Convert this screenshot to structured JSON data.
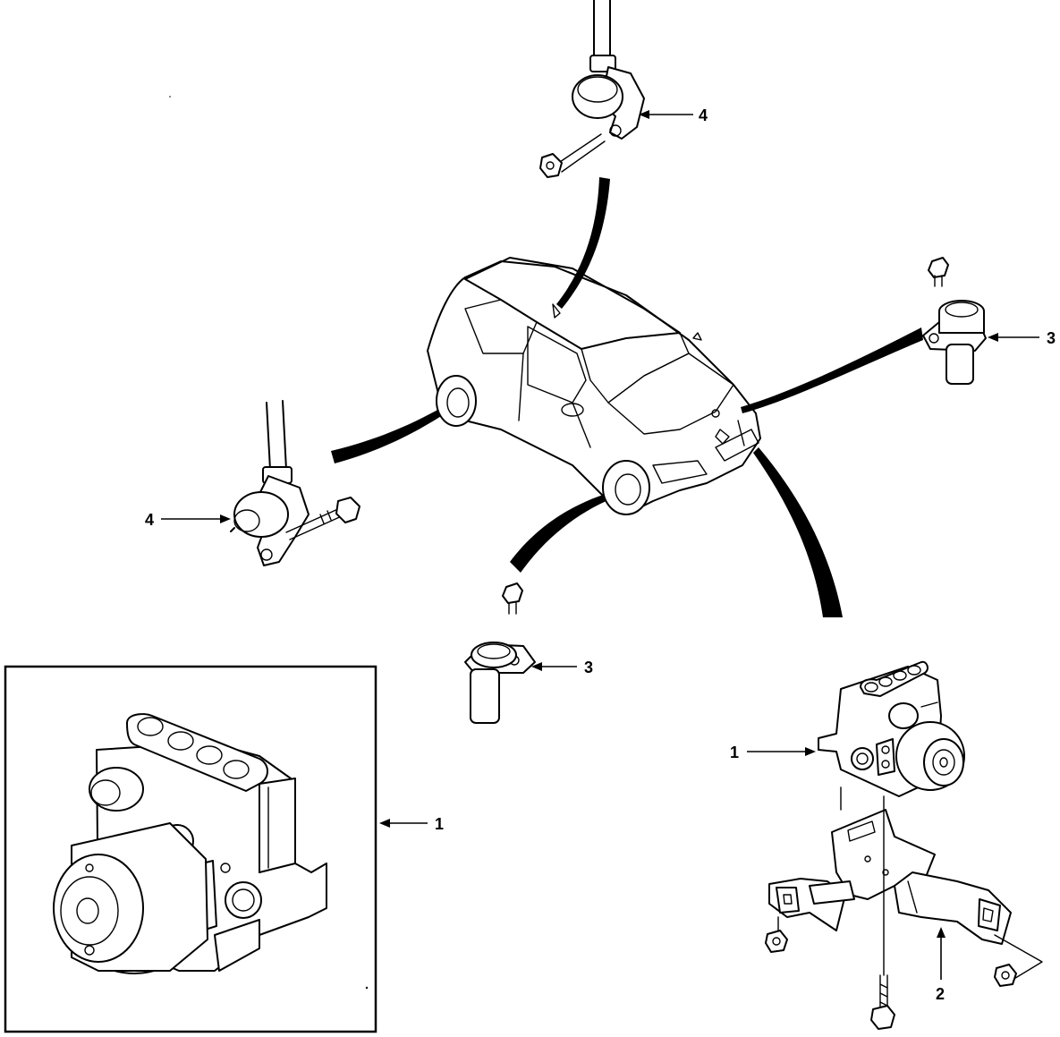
{
  "callouts": {
    "sensor_top_label": "4",
    "sensor_left_label": "4",
    "sensor_right_label": "3",
    "sensor_bottom_label": "3",
    "modulator_inset_label": "1",
    "modulator_right_label": "1",
    "bracket_label": "2"
  },
  "colors": {
    "ink": "#000000",
    "paper": "#ffffff"
  }
}
